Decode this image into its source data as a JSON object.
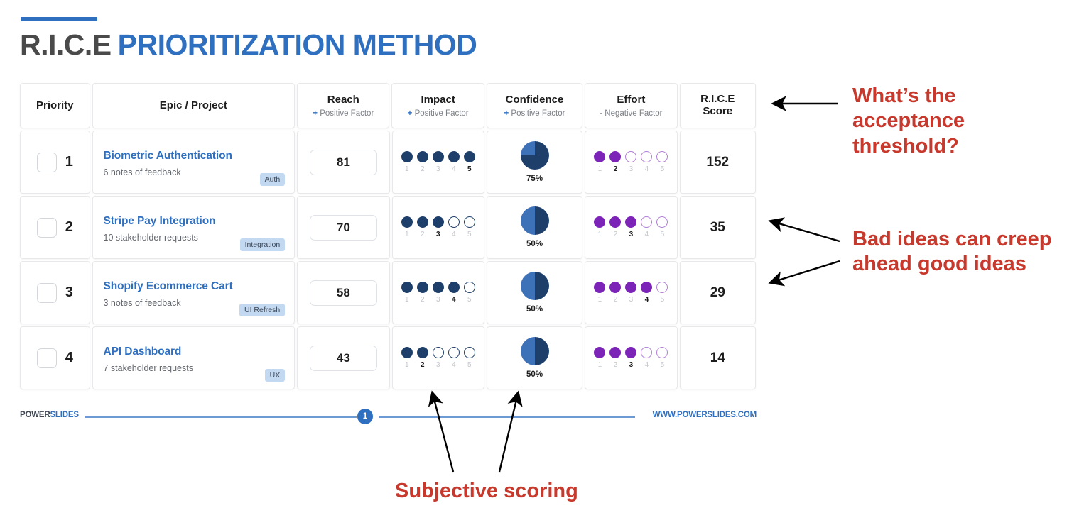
{
  "title": {
    "part1": "R.I.C.E",
    "part2": "PRIORITIZATION METHOD"
  },
  "table": {
    "headers": [
      {
        "title": "Priority",
        "sub": "",
        "sign": ""
      },
      {
        "title": "Epic / Project",
        "sub": "",
        "sign": ""
      },
      {
        "title": "Reach",
        "sub": "Positive Factor",
        "sign": "+"
      },
      {
        "title": "Impact",
        "sub": "Positive Factor",
        "sign": "+"
      },
      {
        "title": "Confidence",
        "sub": "Positive Factor",
        "sign": "+"
      },
      {
        "title": "Effort",
        "sub": "Negative Factor",
        "sign": "-"
      },
      {
        "title": "R.I.C.E",
        "title2": "Score",
        "sub": "",
        "sign": ""
      }
    ],
    "rows": [
      {
        "priority": "1",
        "epic": "Biometric Authentication",
        "note": "6 notes of feedback",
        "tag": "Auth",
        "reach": "81",
        "impact": 5,
        "confidence": "75%",
        "confidence_pct": 75,
        "effort": 2,
        "score": "152"
      },
      {
        "priority": "2",
        "epic": "Stripe Pay Integration",
        "note": "10 stakeholder requests",
        "tag": "Integration",
        "reach": "70",
        "impact": 3,
        "confidence": "50%",
        "confidence_pct": 50,
        "effort": 3,
        "score": "35"
      },
      {
        "priority": "3",
        "epic": "Shopify Ecommerce Cart",
        "note": "3 notes of feedback",
        "tag": "UI Refresh",
        "reach": "58",
        "impact": 4,
        "confidence": "50%",
        "confidence_pct": 50,
        "effort": 4,
        "score": "29"
      },
      {
        "priority": "4",
        "epic": "API Dashboard",
        "note": "7 stakeholder requests",
        "tag": "UX",
        "reach": "43",
        "impact": 2,
        "confidence": "50%",
        "confidence_pct": 50,
        "effort": 3,
        "score": "14"
      }
    ],
    "dot_scale": [
      "1",
      "2",
      "3",
      "4",
      "5"
    ]
  },
  "annotations": {
    "threshold": "What’s the acceptance threshold?",
    "bad_ideas": "Bad ideas can creep ahead good ideas",
    "subjective": "Subjective scoring"
  },
  "footer": {
    "brand_part1": "POWER",
    "brand_part2": "SLIDES",
    "page": "1",
    "url": "WWW.POWERSLIDES.COM"
  },
  "colors": {
    "accent_blue": "#2f6fc0",
    "impact_navy": "#1f3f6b",
    "effort_purple": "#7c24b8",
    "pie_light": "#3d72b8",
    "annotation_red": "#c7392c",
    "tag_bg": "#c3d9f2"
  }
}
